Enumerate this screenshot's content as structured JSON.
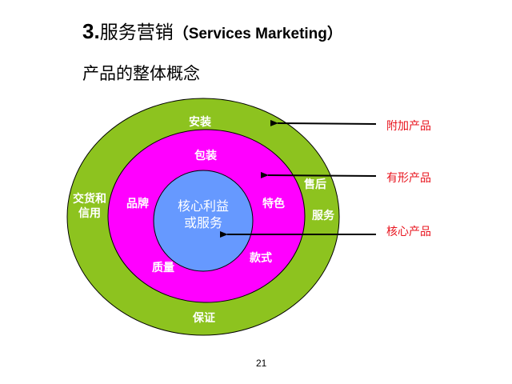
{
  "header": {
    "title_num": "3.",
    "title_cn": "服务营销",
    "title_en": "（Services Marketing）",
    "subtitle": "产品的整体概念"
  },
  "diagram": {
    "outer_ring": {
      "color": "#8dc31f",
      "labels": {
        "top": "安装",
        "left_line1": "交货和",
        "left_line2": "信用",
        "right_upper": "售后",
        "right_lower": "服务",
        "bottom": "保证"
      }
    },
    "middle_ring": {
      "color": "#ff00ff",
      "labels": {
        "top": "包装",
        "left": "品牌",
        "right": "特色",
        "bottom_left": "质量",
        "bottom_right": "款式"
      }
    },
    "core": {
      "color": "#6699ff",
      "line1": "核心利益",
      "line2": "或服务"
    },
    "callouts": [
      {
        "label": "附加产品",
        "color": "#e8141e"
      },
      {
        "label": "有形产品",
        "color": "#e8141e"
      },
      {
        "label": "核心产品",
        "color": "#e8141e"
      }
    ]
  },
  "footer": {
    "page_number": "21"
  }
}
